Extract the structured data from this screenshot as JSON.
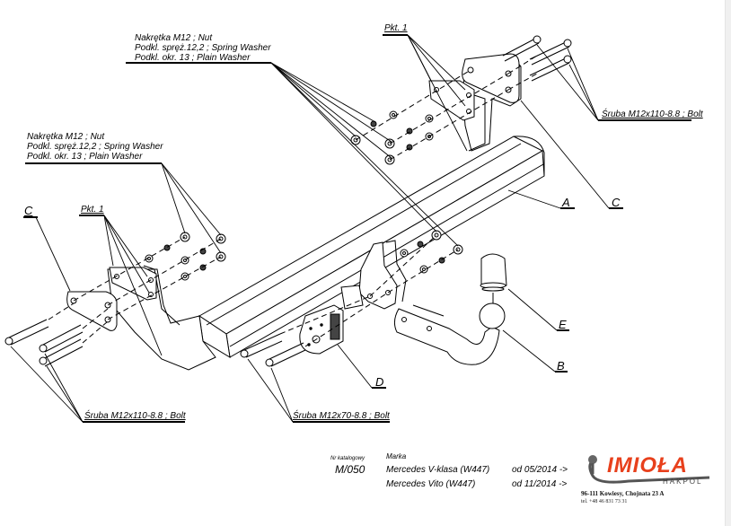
{
  "callouts": {
    "top_hardware": [
      "Nakrętka  M12 ; Nut",
      "Podkl. spręż.12,2 ; Spring Washer",
      "Podkl. okr. 13 ; Plain Washer"
    ],
    "left_hardware": [
      "Nakrętka  M12 ; Nut",
      "Podkl. spręż.12,2 ; Spring Washer",
      "Podkl. okr. 13 ; Plain Washer"
    ],
    "pkt_top": "Pkt. 1",
    "pkt_left": "Pkt. 1",
    "bolt_right": "Śruba M12x110-8.8 ;  Bolt",
    "bolt_left": "Śruba M12x110-8.8 ;  Bolt",
    "bolt_center": "Śruba M12x70-8.8 ;  Bolt"
  },
  "part_letters": {
    "A": "A",
    "B": "B",
    "C_right": "C",
    "C_left": "C",
    "D": "D",
    "E": "E"
  },
  "footer": {
    "catalog_label": "Nr katalogowy",
    "catalog_number": "M/050",
    "brand_label": "Marka",
    "models": [
      {
        "name": "Mercedes V-klasa (W447)",
        "from": "od 05/2014 ->"
      },
      {
        "name": "Mercedes Vito (W447)",
        "from": "od 11/2014 ->"
      }
    ]
  },
  "logo": {
    "brand": "IMIOŁA",
    "sub": "HAKPOL",
    "address": "96-111 Kowiesy, Chojnata 23 A",
    "phone": "tel. +48 46 831 73 31",
    "brand_color": "#e8401c",
    "hook_color": "#555555"
  }
}
